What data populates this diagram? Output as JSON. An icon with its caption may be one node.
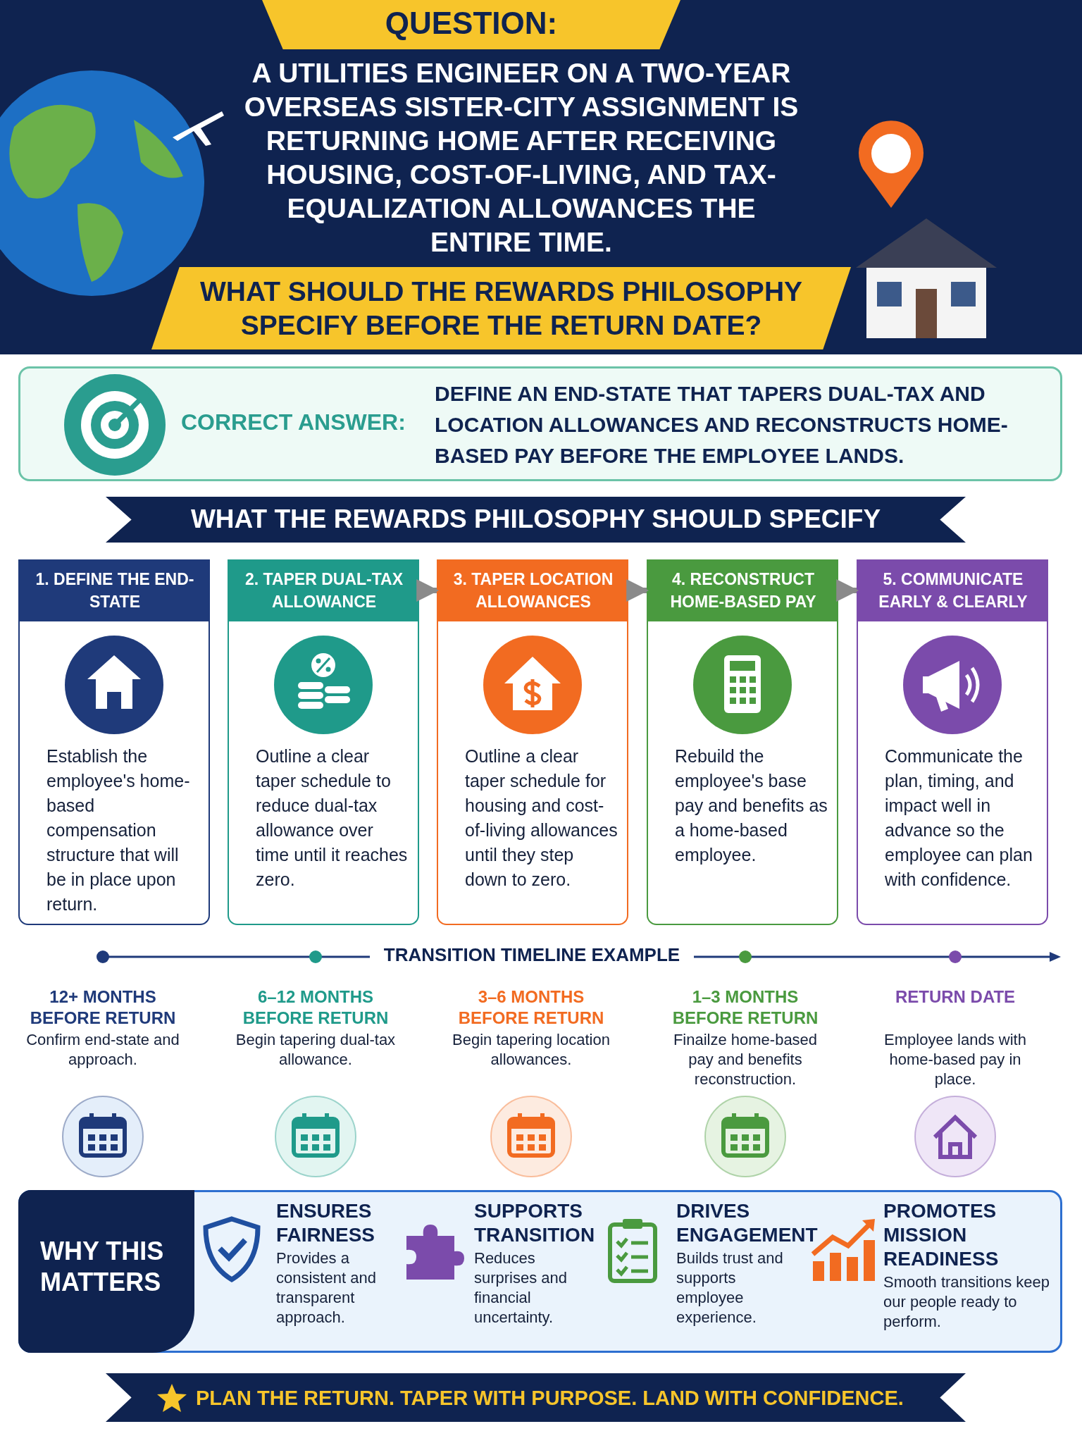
{
  "diagram": {
    "title": "QUESTION:",
    "nodes": [
      {
        "text": [
          "CORRECT ANSWER:",
          "DEFINE AN END-STATE THAT TAPERS DUAL-TAX AND LOCATION ALLOWANCES AND RECONSTRUCTS HOME-BASED PAY BEFORE THE EMPLOYEE LANDS."
        ]
      },
      {
        "text": [
          "1. DEFINE THE END-STATE",
          "Establish the employee's home-based compensation structure that will be in place upon return."
        ]
      },
      {
        "text": [
          "2. TAPER DUAL-TAX ALLOWANCE",
          "Outline a clear taper schedule to reduce dual-tax allowance over time until it reaches zero."
        ]
      },
      {
        "text": [
          "3. TAPER LOCATION ALLOWANCES",
          "Outline a clear taper schedule for housing and cost-of-living allowances until they step down to zero."
        ]
      },
      {
        "text": [
          "4. RECONSTRUCT HOME-BASED PAY",
          "Rebuild the employee's base pay and benefits as a home-based employee."
        ]
      },
      {
        "text": [
          "5. COMMUNICATE EARLY & CLEARLY",
          "Communicate the plan, timing, and impact well in advance so the employee can plan with confidence."
        ]
      },
      {
        "text": [
          "12+ MONTHS BEFORE RETURN",
          "Confirm end-state and approach."
        ]
      },
      {
        "text": [
          "6–12 MONTHS BEFORE RETURN",
          "Begin tapering dual-tax allowance."
        ]
      },
      {
        "text": [
          "3–6 MONTHS BEFORE RETURN",
          "Begin tapering location allowances."
        ]
      },
      {
        "text": [
          "1–3 MONTHS BEFORE RETURN",
          "Finailze home-based pay and benefits reconstruction."
        ]
      },
      {
        "text": [
          "RETURN DATE",
          "Employee lands with home-based pay in place."
        ]
      },
      {
        "text": [
          "WHY THIS MATTERS"
        ]
      },
      {
        "text": [
          "ENSURES FAIRNESS",
          "Provides a consistent and transparent approach."
        ],
        "in": 11
      },
      {
        "text": [
          "SUPPORTS TRANSITION",
          "Reduces surprises and financial uncertainty."
        ],
        "in": 11
      },
      {
        "text": [
          "DRIVES ENGAGEMENT",
          "Builds trust and supports employee experience."
        ],
        "in": 11
      },
      {
        "text": [
          "PROMOTES MISSION READINESS",
          "Smooth transitions keep our people ready to perform."
        ],
        "in": 11
      }
    ],
    "edges": [
      {
        "from": 2,
        "to": 3,
        "arrow": "to"
      },
      {
        "from": 3,
        "to": 4,
        "arrow": "to"
      },
      {
        "from": 4,
        "to": 5,
        "arrow": "to"
      }
    ],
    "labels": [
      "A UTILITIES ENGINEER ON A TWO-YEAR OVERSEAS SISTER-CITY ASSIGNMENT IS RETURNING HOME AFTER RECEIVING HOUSING, COST-OF-LIVING, AND TAX-EQUALIZATION ALLOWANCES THE ENTIRE TIME.",
      "WHAT SHOULD THE REWARDS PHILOSOPHY SPECIFY BEFORE THE RETURN DATE?",
      "WHAT THE REWARDS PHILOSOPHY SHOULD SPECIFY",
      "TRANSITION TIMELINE EXAMPLE",
      "PLAN THE RETURN. TAPER WITH PURPOSE. LAND WITH CONFIDENCE."
    ]
  }
}
